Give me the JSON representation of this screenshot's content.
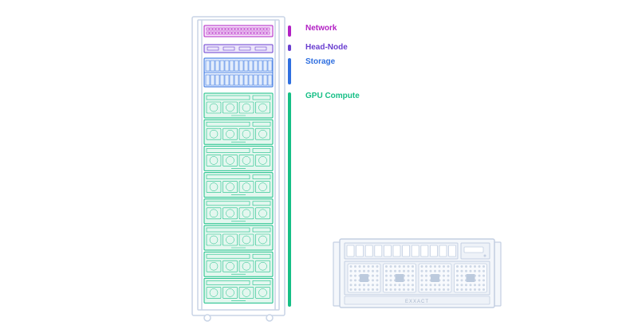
{
  "legend": [
    {
      "key": "network",
      "label": "Network",
      "color": "#b221c4",
      "units": 1
    },
    {
      "key": "head_node",
      "label": "Head-Node",
      "color": "#6a3fd0",
      "units": 1
    },
    {
      "key": "storage",
      "label": "Storage",
      "color": "#2f6fe0",
      "units": 2
    },
    {
      "key": "gpu",
      "label": "GPU Compute",
      "color": "#16bf86",
      "units": 8
    }
  ],
  "server": {
    "brand": "EXXACT"
  },
  "colors": {
    "rack_outline": "#c8d4e6",
    "server_outline": "#c3cfe2",
    "server_fill": "#eef2f8",
    "server_dark": "#bccadd"
  }
}
